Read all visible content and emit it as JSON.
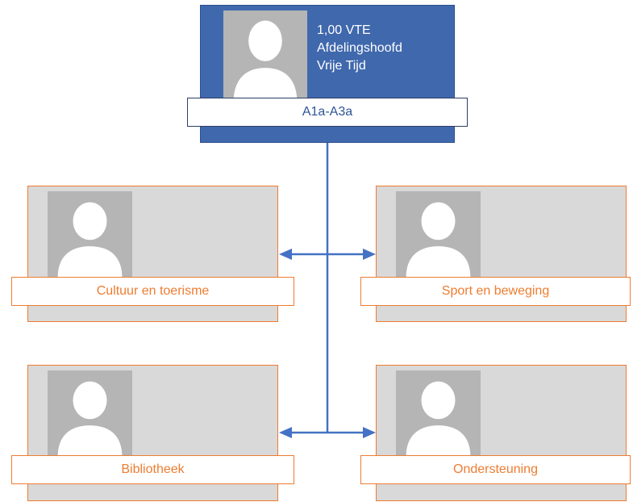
{
  "head": {
    "fte": "1,00 VTE",
    "title_line1": "Afdelingshoofd",
    "title_line2": "Vrije Tijd",
    "grade": "A1a-A3a"
  },
  "units": [
    {
      "name": "Cultuur en toerisme"
    },
    {
      "name": "Sport en beweging"
    },
    {
      "name": "Bibliotheek"
    },
    {
      "name": "Ondersteuning"
    }
  ],
  "colors": {
    "head_fill": "#4068ad",
    "connector": "#4472c4",
    "child_border": "#ed7d31",
    "child_fill": "#d9d9d9",
    "photo_placeholder": "#b5b5b5"
  }
}
